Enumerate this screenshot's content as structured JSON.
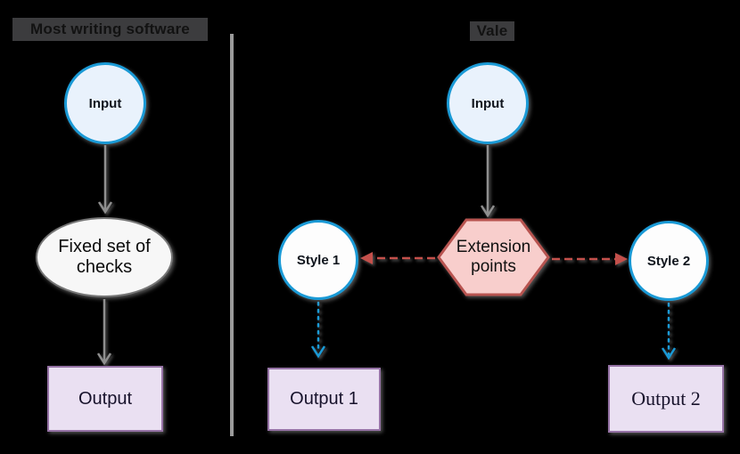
{
  "left": {
    "title": "Most writing software",
    "input": "Input",
    "checks": "Fixed set of checks",
    "output": "Output"
  },
  "right": {
    "title": "Vale",
    "input": "Input",
    "extension": "Extension points",
    "style1": "Style 1",
    "style2": "Style 2",
    "output1": "Output 1",
    "output2": "Output 2"
  },
  "colors": {
    "background": "#000000",
    "title_box": "#3c3c3e",
    "circle_border_blue": "#1a9ad6",
    "circle_fill_blue": "#e9f2fc",
    "ellipse_fill": "#f7f7f7",
    "ellipse_border": "#767676",
    "output_fill": "#eae0f2",
    "output_border": "#9673a6",
    "hexagon_fill": "#f8cecc",
    "hexagon_border": "#b85450",
    "red_arrow": "#c4504b",
    "blue_arrow": "#1a9ad6",
    "gray_arrow": "#8f8f8f",
    "divider": "#9a9a9a"
  }
}
